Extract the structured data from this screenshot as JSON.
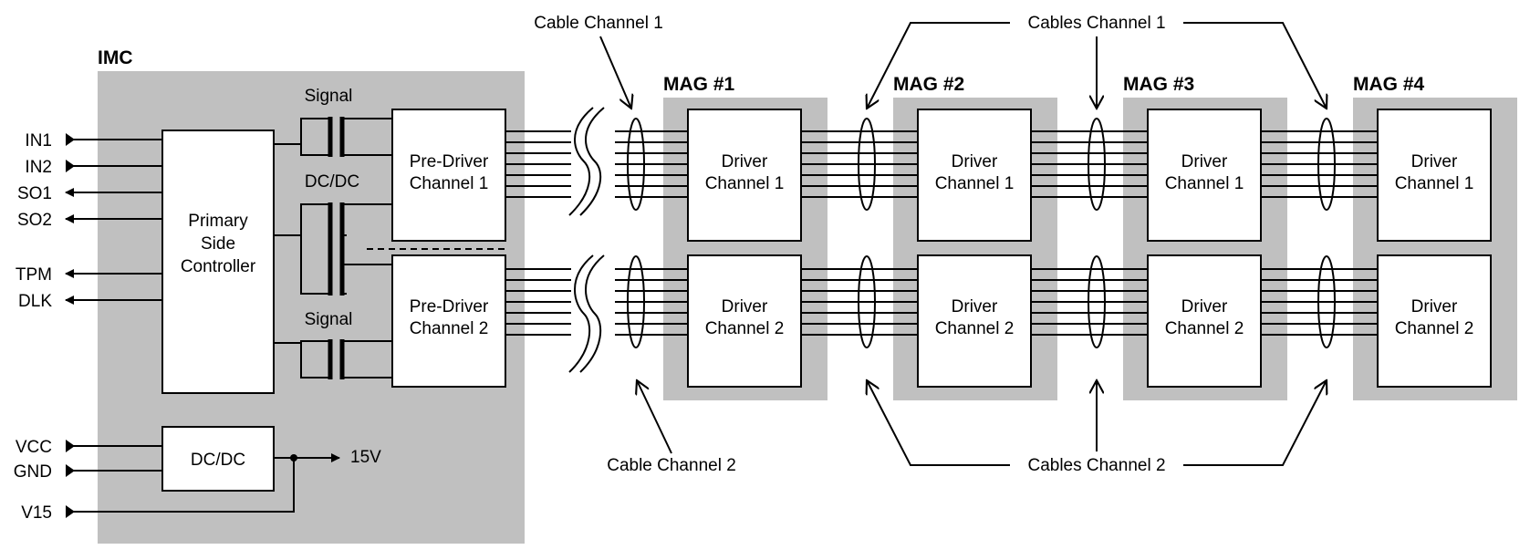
{
  "imc": {
    "title": "IMC",
    "inputs": [
      "IN1",
      "IN2",
      "SO1",
      "SO2",
      "TPM",
      "DLK"
    ],
    "power_inputs": [
      "VCC",
      "GND",
      "V15"
    ],
    "controller": [
      "Primary",
      "Side",
      "Controller"
    ],
    "dcdc_block": "DC/DC",
    "output_15v": "15V",
    "transformer_labels": {
      "signal_top": "Signal",
      "dcdc": "DC/DC",
      "signal_bottom": "Signal"
    },
    "predrivers": [
      {
        "line1": "Pre-Driver",
        "line2": "Channel 1"
      },
      {
        "line1": "Pre-Driver",
        "line2": "Channel 2"
      }
    ]
  },
  "mags": [
    {
      "title": "MAG #1",
      "drivers": [
        {
          "line1": "Driver",
          "line2": "Channel 1"
        },
        {
          "line1": "Driver",
          "line2": "Channel 2"
        }
      ]
    },
    {
      "title": "MAG #2",
      "drivers": [
        {
          "line1": "Driver",
          "line2": "Channel 1"
        },
        {
          "line1": "Driver",
          "line2": "Channel 2"
        }
      ]
    },
    {
      "title": "MAG #3",
      "drivers": [
        {
          "line1": "Driver",
          "line2": "Channel 1"
        },
        {
          "line1": "Driver",
          "line2": "Channel 2"
        }
      ]
    },
    {
      "title": "MAG #4",
      "drivers": [
        {
          "line1": "Driver",
          "line2": "Channel 1"
        },
        {
          "line1": "Driver",
          "line2": "Channel 2"
        }
      ]
    }
  ],
  "callouts": {
    "cable_ch1": "Cable Channel 1",
    "cable_ch2": "Cable Channel 2",
    "cables_ch1": "Cables Channel 1",
    "cables_ch2": "Cables Channel 2"
  }
}
